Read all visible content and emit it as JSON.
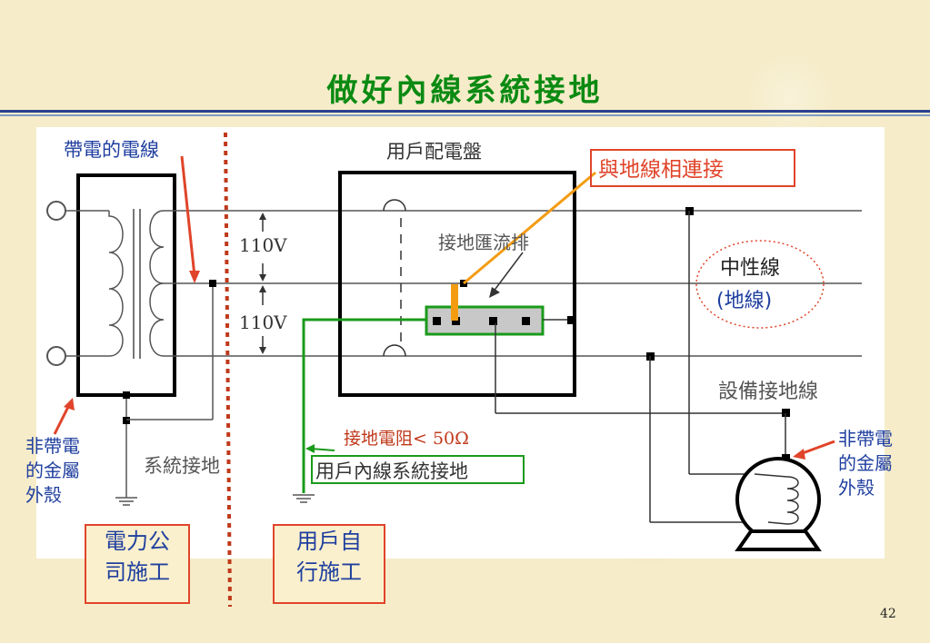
{
  "slide_title": "做好內線系統接地",
  "page_number": "42",
  "labels": {
    "live_wire": "帶電的電線",
    "meter_panel": "用戶配電盤",
    "connect_ground": "與地線相連接",
    "voltage_top": "110V",
    "voltage_bottom": "110V",
    "ground_busbar": "接地匯流排",
    "neutral_line": "中性線",
    "ground_line": "(地線)",
    "equipment_ground": "設備接地線",
    "non_live_left": [
      "非帶電",
      "的金屬",
      "外殼"
    ],
    "non_live_right": [
      "非帶電",
      "的金屬",
      "外殼"
    ],
    "system_ground": "系統接地",
    "ground_resistance": "接地電阻< 50Ω",
    "user_internal_ground": "用戶內線系統接地",
    "power_company": [
      "電力公",
      "司施工"
    ],
    "user_self": [
      "用戶自",
      "行施工"
    ]
  },
  "colors": {
    "title_green": "#0b8a12",
    "label_blue": "#1f3f9f",
    "arrow_red": "#e0442a",
    "divider_red": "#c0391b",
    "green_wire": "#1a9a1a",
    "orange_wire": "#f39c12"
  }
}
